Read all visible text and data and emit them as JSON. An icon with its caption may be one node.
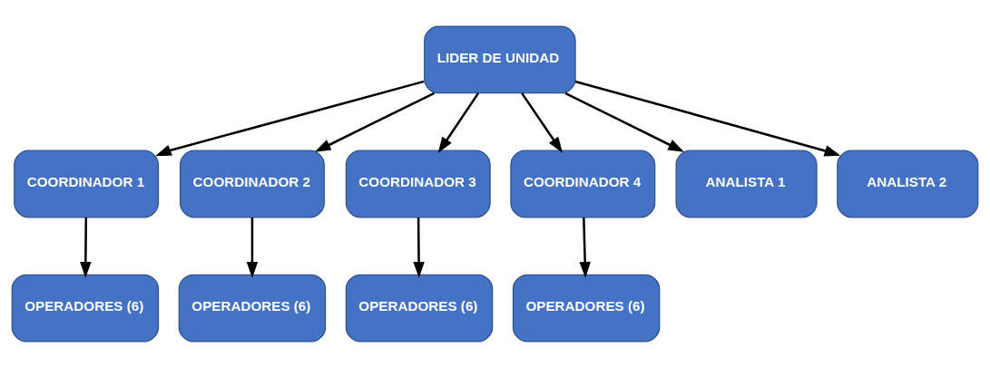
{
  "diagram": {
    "nodes": [
      {
        "text": [
          "LIDER DE UNIDAD"
        ]
      },
      {
        "text": [
          "COORDINADOR 1"
        ]
      },
      {
        "text": [
          "COORDINADOR 2"
        ]
      },
      {
        "text": [
          "COORDINADOR 3"
        ]
      },
      {
        "text": [
          "COORDINADOR 4"
        ]
      },
      {
        "text": [
          "ANALISTA 1"
        ]
      },
      {
        "text": [
          "ANALISTA 2"
        ]
      },
      {
        "text": [
          "OPERADORES (6)"
        ]
      },
      {
        "text": [
          "OPERADORES (6)"
        ]
      },
      {
        "text": [
          "OPERADORES (6)"
        ]
      },
      {
        "text": [
          "OPERADORES (6)"
        ]
      }
    ],
    "edges": [
      {
        "from": 0,
        "to": 1,
        "arrow": "to"
      },
      {
        "from": 0,
        "to": 2,
        "arrow": "to"
      },
      {
        "from": 0,
        "to": 3,
        "arrow": "to"
      },
      {
        "from": 0,
        "to": 4,
        "arrow": "to"
      },
      {
        "from": 0,
        "to": 5,
        "arrow": "to"
      },
      {
        "from": 0,
        "to": 6,
        "arrow": "to"
      },
      {
        "from": 1,
        "to": 7,
        "arrow": "to"
      },
      {
        "from": 2,
        "to": 8,
        "arrow": "to"
      },
      {
        "from": 3,
        "to": 9,
        "arrow": "to"
      },
      {
        "from": 4,
        "to": 10,
        "arrow": "to"
      }
    ]
  }
}
